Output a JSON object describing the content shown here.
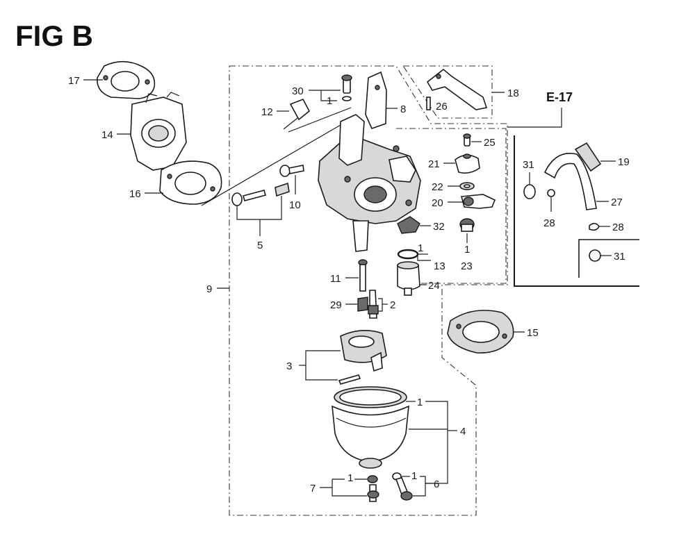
{
  "title": "FIG B",
  "section_ref": "E-17",
  "callouts": {
    "c17": "17",
    "c14": "14",
    "c16": "16",
    "c30": "30",
    "c1a": "1",
    "c12": "12",
    "c8": "8",
    "c18": "18",
    "c26": "26",
    "c25": "25",
    "c21": "21",
    "c22": "22",
    "c20": "20",
    "c32": "32",
    "c1b": "1",
    "c23": "23",
    "c1c": "1",
    "c13": "13",
    "c24": "24",
    "c10": "10",
    "c5": "5",
    "c9": "9",
    "c11": "11",
    "c29": "29",
    "c2": "2",
    "c15": "15",
    "c3": "3",
    "c1d": "1",
    "c4": "4",
    "c7": "7",
    "c1e": "1",
    "c1f": "1",
    "c6": "6",
    "c31a": "31",
    "c19": "19",
    "c27": "27",
    "c28a": "28",
    "c28b": "28",
    "c31b": "31"
  },
  "colors": {
    "ink": "#1a1a1a",
    "part_fill": "#d8d8d8",
    "part_dark": "#6a6a6a",
    "background": "#ffffff"
  }
}
